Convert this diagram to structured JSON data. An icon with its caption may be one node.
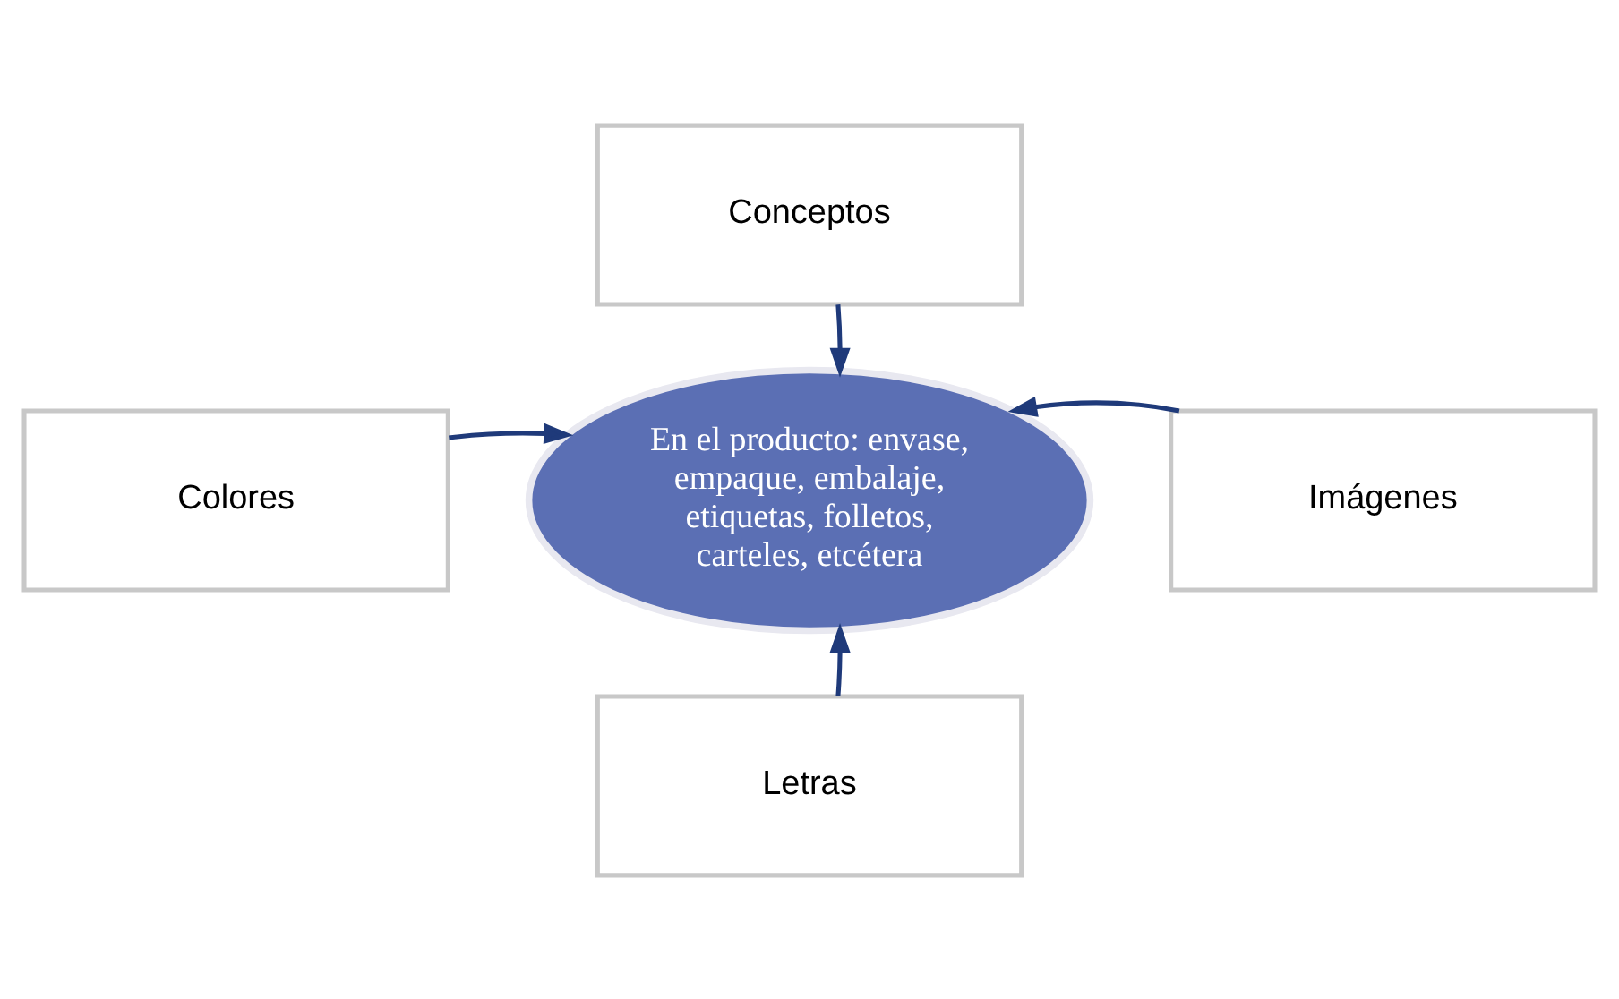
{
  "diagram": {
    "nodes": [
      {
        "text": [
          "Conceptos"
        ]
      },
      {
        "text": [
          "Colores"
        ]
      },
      {
        "text": [
          "En el producto: envase, empaque, embalaje, etiquetas, folletos, carteles, etcétera"
        ]
      },
      {
        "text": [
          "Imágenes"
        ]
      },
      {
        "text": [
          "Letras"
        ]
      }
    ],
    "edges": [
      {
        "from": 0,
        "to": 2,
        "arrow": "to"
      },
      {
        "from": 1,
        "to": 2,
        "arrow": "to"
      },
      {
        "from": 3,
        "to": 2,
        "arrow": "to"
      },
      {
        "from": 4,
        "to": 2,
        "arrow": "to"
      }
    ]
  }
}
